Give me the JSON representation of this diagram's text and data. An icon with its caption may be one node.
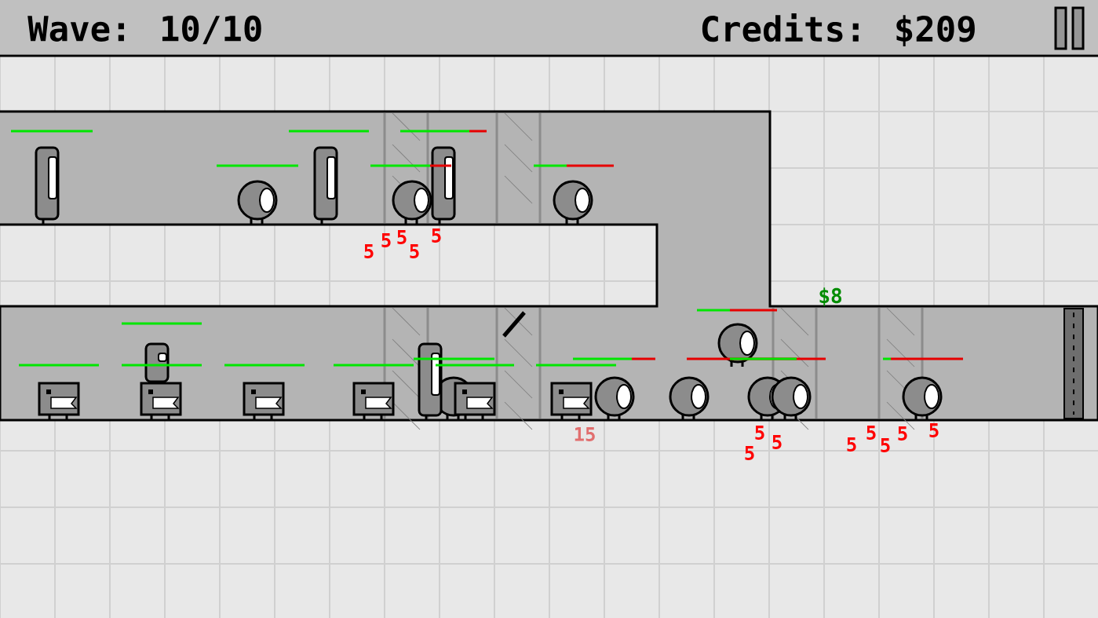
{
  "diagram": {
    "labels": [
      "Wave: 10/10",
      "Credits: $209",
      "5",
      "5",
      "5",
      "5",
      "5",
      "$8",
      "5",
      "5",
      "5",
      "15",
      "5",
      "5",
      "5",
      "5",
      "5"
    ]
  }
}
